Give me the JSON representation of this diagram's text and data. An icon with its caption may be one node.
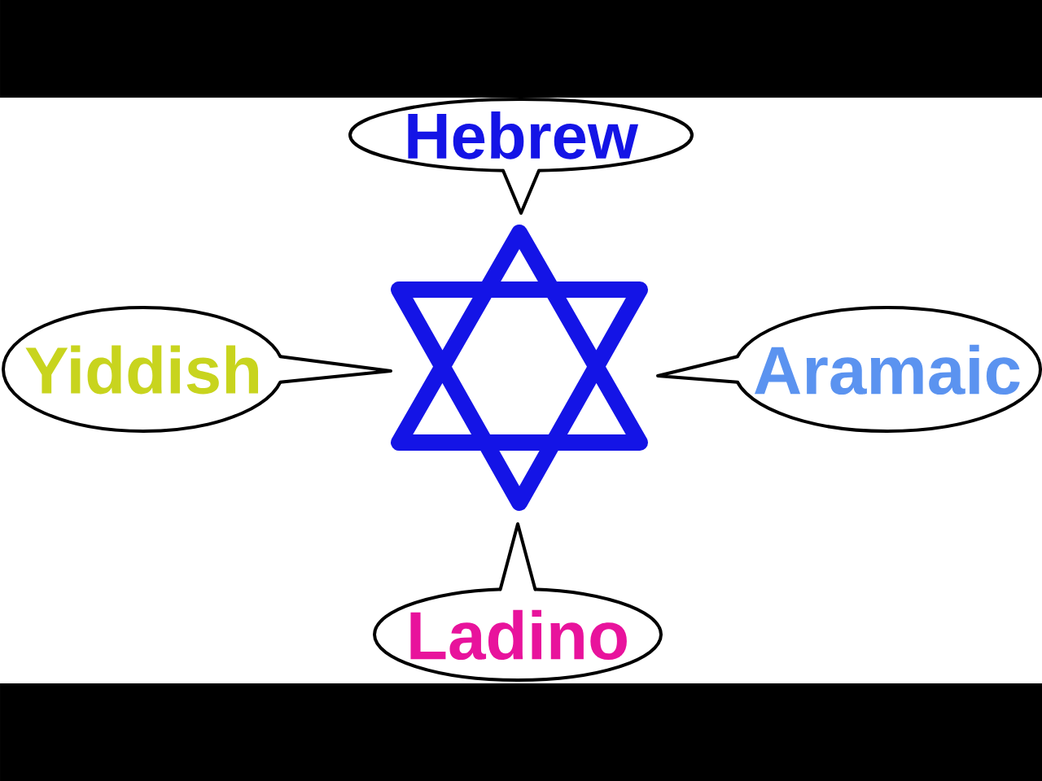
{
  "diagram": {
    "nodes": [
      {
        "text": [
          "Hebrew"
        ]
      },
      {
        "text": [
          "Yiddish"
        ]
      },
      {
        "text": [
          "Aramaic"
        ]
      },
      {
        "text": [
          "Ladino"
        ]
      }
    ]
  }
}
